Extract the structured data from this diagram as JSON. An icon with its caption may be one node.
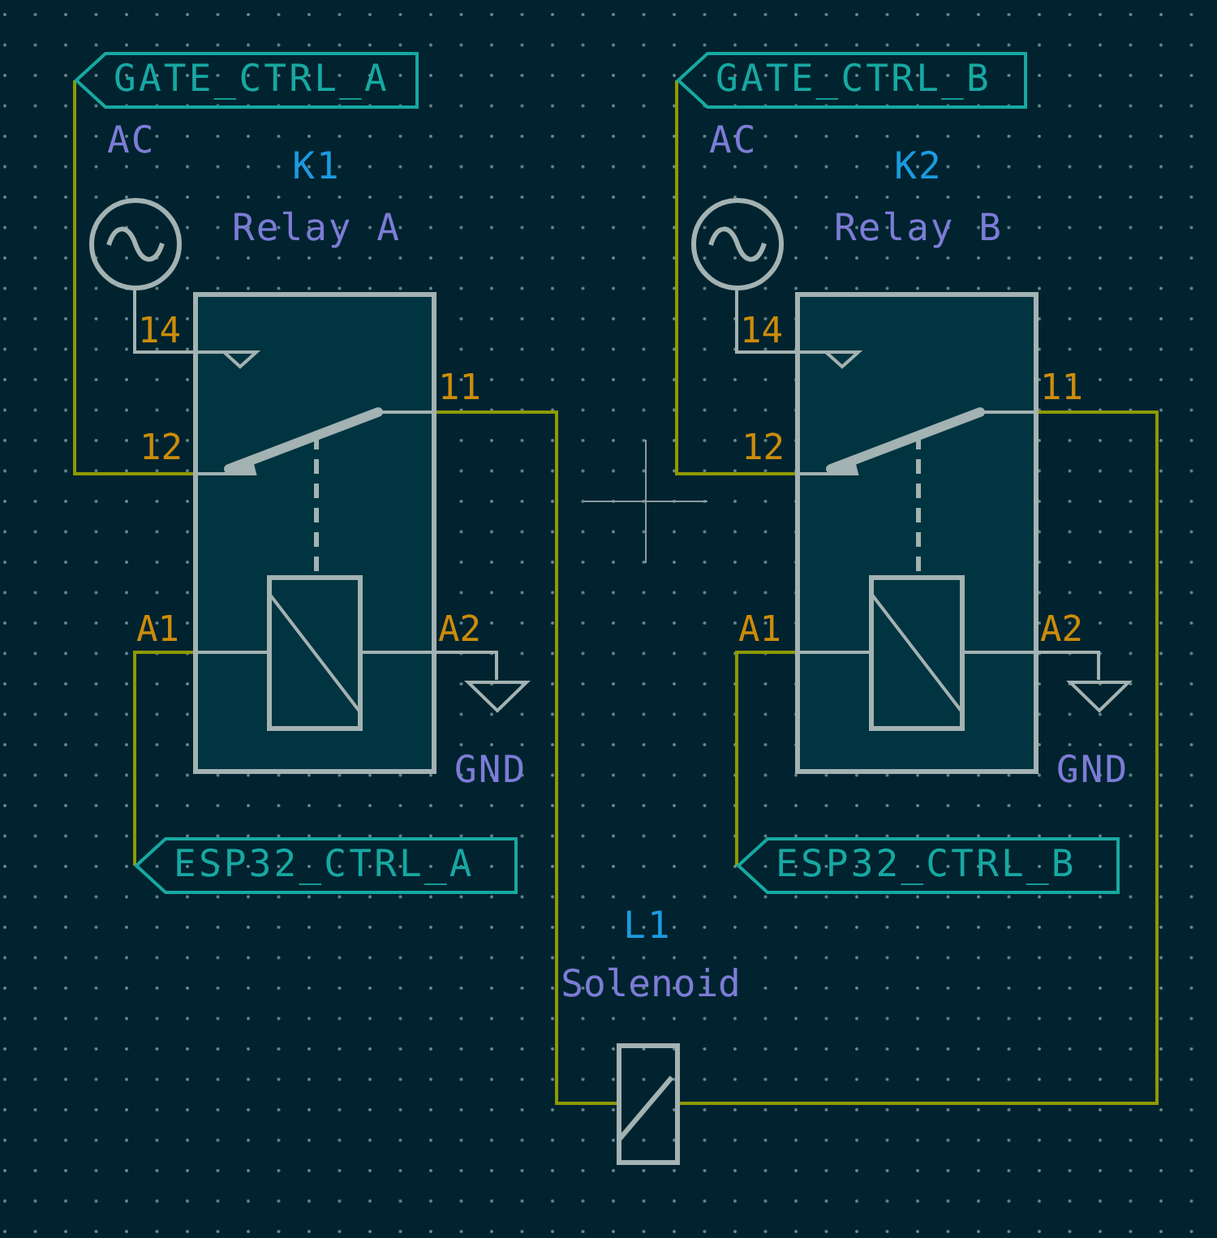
{
  "diagram": {
    "nodes": [
      {
        "text": [
          "GATE_CTRL_A"
        ]
      },
      {
        "text": [],
        "shape": "circle"
      },
      {
        "text": [],
        "shape": "box",
        "beside": [
          "K1",
          "Relay A"
        ]
      },
      {
        "text": [],
        "shape": "triangle"
      },
      {
        "text": [
          "ESP32_CTRL_A"
        ]
      },
      {
        "text": [
          "GATE_CTRL_B"
        ]
      },
      {
        "text": [],
        "shape": "circle"
      },
      {
        "text": [],
        "shape": "box",
        "beside": [
          "K2",
          "Relay B"
        ]
      },
      {
        "text": [],
        "shape": "triangle"
      },
      {
        "text": [
          "ESP32_CTRL_B"
        ]
      },
      {
        "text": [],
        "shape": "box",
        "beside": [
          "L1",
          "Solenoid"
        ]
      }
    ],
    "edges": [
      {
        "from": 0,
        "to": 2,
        "arrow": "none"
      },
      {
        "from": 1,
        "to": 2,
        "arrow": "none",
        "color": "#a3b2b2"
      },
      {
        "from": 2,
        "to": 3,
        "arrow": "none",
        "color": "#a3b2b2"
      },
      {
        "from": 4,
        "to": 2,
        "arrow": "none"
      },
      {
        "from": 2,
        "to": 10,
        "arrow": "none"
      },
      {
        "from": 5,
        "to": 7,
        "arrow": "none"
      },
      {
        "from": 6,
        "to": 7,
        "arrow": "none",
        "color": "#a3b2b2"
      },
      {
        "from": 7,
        "to": 8,
        "arrow": "none",
        "color": "#a3b2b2"
      },
      {
        "from": 9,
        "to": 7,
        "arrow": "none"
      },
      {
        "from": 7,
        "to": 10,
        "arrow": "none"
      }
    ],
    "labels": [
      "AC",
      "AC",
      "14",
      "14",
      "11",
      "11",
      "12",
      "12",
      "A1",
      "A2",
      "A1",
      "A2",
      "GND",
      "GND"
    ]
  }
}
